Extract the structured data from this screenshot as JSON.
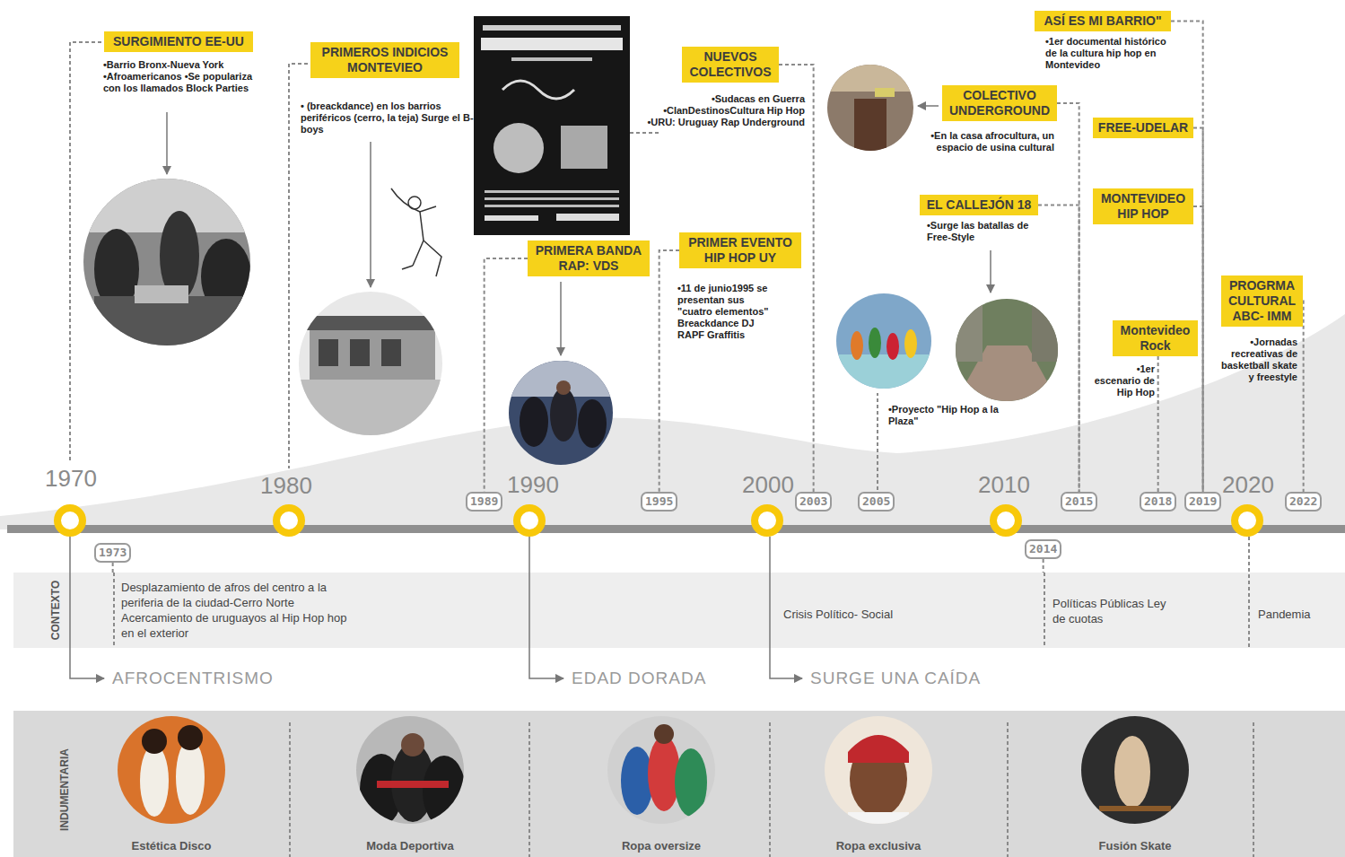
{
  "diagram": {
    "nodes": [
      {
        "text": [
          "SURGIMIENTO EE-UU",
          "•Barrio Bronx-Nueva York •Afroamericanos •Se populariza con los llamados Block Parties"
        ]
      },
      {
        "text": [
          "PRIMEROS INDICIOS MONTEVIEO",
          "• (breackdance) en los barrios periféricos (cerro, la teja) Surge el B-boys"
        ]
      },
      {
        "text": [
          "PRIMERA BANDA RAP: VDS"
        ]
      },
      {
        "text": [
          "PRIMER EVENTO HIP HOP UY",
          "•11 de junio1995 se presentan sus \"cuatro elementos\" Breackdance DJ RAPF Graffitis"
        ]
      },
      {
        "text": [
          "NUEVOS COLECTIVOS",
          "•Sudacas en Guerra •ClanDestinosCultura Hip Hop •URU: Uruguay Rap Underground"
        ]
      },
      {
        "text": [
          "COLECTIVO UNDERGROUND",
          "•En la casa afrocultura, un espacio de usina cultural"
        ]
      },
      {
        "text": [
          "EL CALLEJÓN 18",
          "•Surge las batallas de Free-Style"
        ]
      },
      {
        "text": [
          "ASÍ ES MI BARRIO\"",
          "•1er documental histórico de la cultura hip hop en Montevideo"
        ]
      },
      {
        "text": [
          "FREE-UDELAR"
        ]
      },
      {
        "text": [
          "MONTEVIDEO HIP HOP"
        ]
      },
      {
        "text": [
          "Montevideo Rock",
          "•1er escenario de Hip Hop"
        ]
      },
      {
        "text": [
          "PROGRMA CULTURAL ABC- IMM",
          "•Jornadas recreativas de basketball skate y freestyle"
        ]
      },
      {
        "text": [
          "1973"
        ]
      },
      {
        "text": [
          "1989"
        ]
      },
      {
        "text": [
          "1995"
        ]
      },
      {
        "text": [
          "2003"
        ]
      },
      {
        "text": [
          "2005"
        ]
      },
      {
        "text": [
          "2014"
        ]
      },
      {
        "text": [
          "2015"
        ]
      },
      {
        "text": [
          "2018"
        ]
      },
      {
        "text": [
          "2019"
        ]
      },
      {
        "text": [
          "2022"
        ]
      },
      {
        "text": [
          "CONTEXTO",
          "Desplazamiento de afros del centro a la periferia de la ciudad-Cerro Norte Acercamiento de uruguayos al Hip Hop hop en el exterior",
          "Crisis Político- Social",
          "Políticas Públicas Ley de cuotas",
          "Pandemia"
        ]
      },
      {
        "text": [
          "INDUMENTARIA",
          "Estética Disco",
          "Moda Deportiva",
          "Ropa oversize",
          "Ropa exclusiva",
          "Fusión Skate"
        ]
      }
    ],
    "edges": [
      {
        "from": 2,
        "to": 13,
        "arrow": "none"
      },
      {
        "from": 3,
        "to": 14,
        "arrow": "none"
      },
      {
        "from": 4,
        "to": 15,
        "arrow": "none"
      },
      {
        "from": 5,
        "to": 18,
        "arrow": "none"
      },
      {
        "from": 6,
        "to": 18,
        "arrow": "none"
      },
      {
        "from": 7,
        "to": 20,
        "arrow": "none"
      },
      {
        "from": 8,
        "to": 20,
        "arrow": "none"
      },
      {
        "from": 9,
        "to": 20,
        "arrow": "none"
      },
      {
        "from": 10,
        "to": 19,
        "arrow": "none"
      },
      {
        "from": 11,
        "to": 21,
        "arrow": "none"
      },
      {
        "from": 12,
        "to": 22,
        "arrow": "none"
      },
      {
        "from": 17,
        "to": 22,
        "arrow": "none"
      }
    ],
    "labels": [
      "1970",
      "1980",
      "1990",
      "2000",
      "2010",
      "2020",
      "AFROCENTRISMO",
      "EDAD DORADA",
      "SURGE UNA CAÍDA",
      "•Proyecto \"Hip Hop a la Plaza\""
    ]
  }
}
